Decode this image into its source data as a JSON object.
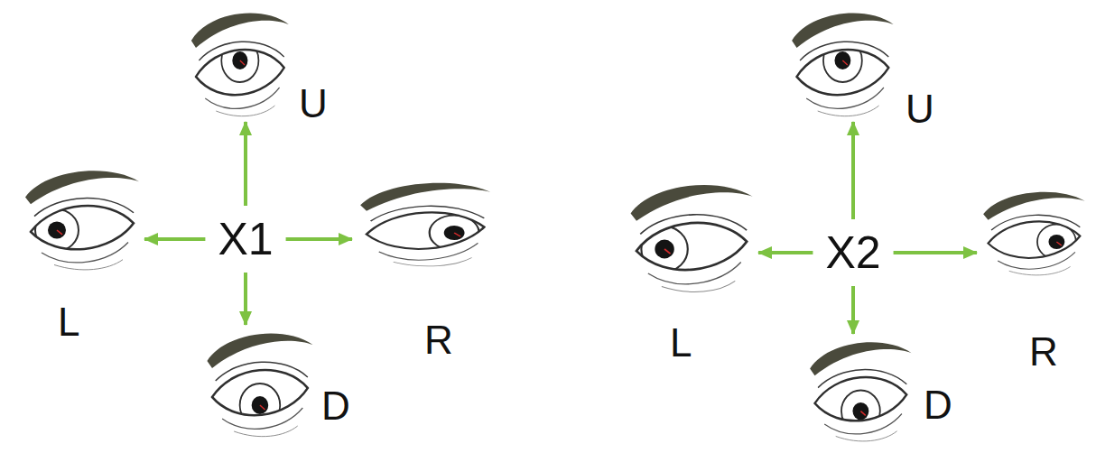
{
  "diagram": {
    "nodes": [
      {
        "text": [
          "X1"
        ]
      },
      {
        "text": [
          "U"
        ]
      },
      {
        "text": [
          "L"
        ]
      },
      {
        "text": [
          "R"
        ]
      },
      {
        "text": [
          "D"
        ]
      },
      {
        "text": [
          "X2"
        ]
      },
      {
        "text": [
          "U"
        ]
      },
      {
        "text": [
          "L"
        ]
      },
      {
        "text": [
          "R"
        ]
      },
      {
        "text": [
          "D"
        ]
      }
    ],
    "edges": [
      {
        "from": 0,
        "to": 1,
        "arrow": "to"
      },
      {
        "from": 0,
        "to": 2,
        "arrow": "to"
      },
      {
        "from": 0,
        "to": 3,
        "arrow": "to"
      },
      {
        "from": 0,
        "to": 4,
        "arrow": "to"
      },
      {
        "from": 5,
        "to": 6,
        "arrow": "to"
      },
      {
        "from": 5,
        "to": 7,
        "arrow": "to"
      },
      {
        "from": 5,
        "to": 8,
        "arrow": "to"
      },
      {
        "from": 5,
        "to": 9,
        "arrow": "to"
      }
    ]
  }
}
